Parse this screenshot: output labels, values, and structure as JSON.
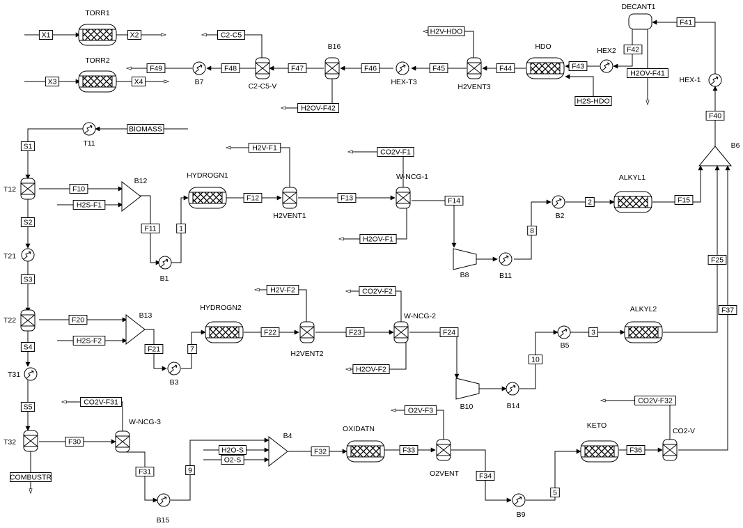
{
  "blocks": {
    "torr1": "TORR1",
    "torr2": "TORR2",
    "b7": "B7",
    "c2c5v": "C2-C5-V",
    "b16": "B16",
    "hext3": "HEX-T3",
    "h2vent3": "H2VENT3",
    "hdo": "HDO",
    "hex2": "HEX2",
    "decant1": "DECANT1",
    "hex1": "HEX-1",
    "b6": "B6",
    "t11": "T11",
    "t12": "T12",
    "b12": "B12",
    "hydrogn1": "HYDROGN1",
    "h2vent1": "H2VENT1",
    "wncg1": "W-NCG-1",
    "b1": "B1",
    "b8": "B8",
    "b11": "B11",
    "b2": "B2",
    "alkyl1": "ALKYL1",
    "t21": "T21",
    "t22": "T22",
    "b13": "B13",
    "hydrogn2": "HYDROGN2",
    "h2vent2": "H2VENT2",
    "wncg2": "W-NCG-2",
    "b3": "B3",
    "b10": "B10",
    "b14": "B14",
    "b5": "B5",
    "alkyl2": "ALKYL2",
    "t31": "T31",
    "t32": "T32",
    "wncg3": "W-NCG-3",
    "b15": "B15",
    "b4": "B4",
    "oxidatn": "OXIDATN",
    "o2vent": "O2VENT",
    "b9": "B9",
    "keto": "KETO",
    "co2v": "CO2-V"
  },
  "streams": {
    "x1": "X1",
    "x2": "X2",
    "x3": "X3",
    "x4": "X4",
    "c2c5": "C2-C5",
    "f49": "F49",
    "f48": "F48",
    "f47": "F47",
    "h2ovf42": "H2OV-F42",
    "f46": "F46",
    "f45": "F45",
    "h2vhdo": "H2V-HDO",
    "f44": "F44",
    "f43": "F43",
    "h2shdo": "H2S-HDO",
    "f42": "F42",
    "h2ovf41": "H2OV-F41",
    "f41": "F41",
    "f40": "F40",
    "biomass": "BIOMASS",
    "s1": "S1",
    "f10": "F10",
    "h2sf1": "H2S-F1",
    "f11": "F11",
    "s_1": "1",
    "f12": "F12",
    "h2vf1": "H2V-F1",
    "f13": "F13",
    "co2vf1": "CO2V-F1",
    "f14": "F14",
    "h2ovf1": "H2OV-F1",
    "s_8": "8",
    "s_2": "2",
    "f15": "F15",
    "s2": "S2",
    "s3": "S3",
    "f20": "F20",
    "h2sf2": "H2S-F2",
    "f21": "F21",
    "s_7": "7",
    "f22": "F22",
    "h2vf2": "H2V-F2",
    "f23": "F23",
    "co2vf2": "CO2V-F2",
    "f24": "F24",
    "h2ovf2": "H2OV-F2",
    "s_10": "10",
    "s_3": "3",
    "f25": "F25",
    "s4": "S4",
    "s5": "S5",
    "f30": "F30",
    "co2vf31": "CO2V-F31",
    "combustr": "COMBUSTR",
    "f31": "F31",
    "s_9": "9",
    "h2os": "H2O-S",
    "o2s": "O2-S",
    "f32": "F32",
    "o2vf3": "O2V-F3",
    "f33": "F33",
    "f34": "F34",
    "s_5": "5",
    "f36": "F36",
    "co2vf32": "CO2V-F32",
    "f37": "F37"
  }
}
